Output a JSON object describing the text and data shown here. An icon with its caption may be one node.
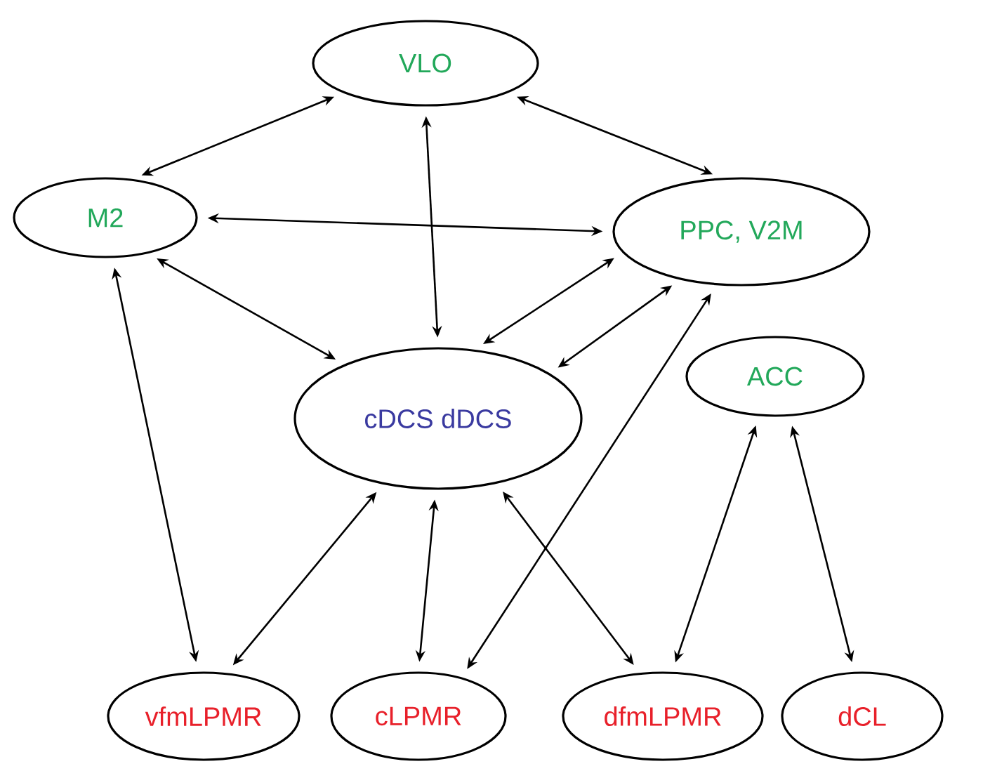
{
  "diagram": {
    "nodes": [
      {
        "text": [
          "VLO"
        ]
      },
      {
        "text": [
          "M2"
        ]
      },
      {
        "text": [
          "PPC, V2M"
        ]
      },
      {
        "text": [
          "ACC"
        ]
      },
      {
        "text": [
          "cDCS  dDCS"
        ]
      },
      {
        "text": [
          "vfmLPMR"
        ]
      },
      {
        "text": [
          "cLPMR"
        ]
      },
      {
        "text": [
          "dfmLPMR"
        ]
      },
      {
        "text": [
          "dCL"
        ]
      }
    ],
    "edges": [
      {
        "from": 0,
        "to": 1,
        "arrow": "both"
      },
      {
        "from": 0,
        "to": 2,
        "arrow": "both"
      },
      {
        "from": 1,
        "to": 2,
        "arrow": "both"
      },
      {
        "from": 0,
        "to": 4,
        "arrow": "both"
      },
      {
        "from": 1,
        "to": 4,
        "arrow": "both"
      },
      {
        "from": 2,
        "to": 4,
        "arrow": "both"
      },
      {
        "from": 2,
        "to": 4,
        "arrow": "both"
      },
      {
        "from": 1,
        "to": 5,
        "arrow": "both"
      },
      {
        "from": 4,
        "to": 5,
        "arrow": "both"
      },
      {
        "from": 4,
        "to": 6,
        "arrow": "both"
      },
      {
        "from": 4,
        "to": 7,
        "arrow": "both"
      },
      {
        "from": 2,
        "to": 6,
        "arrow": "both"
      },
      {
        "from": 3,
        "to": 7,
        "arrow": "both"
      },
      {
        "from": 3,
        "to": 8,
        "arrow": "both"
      }
    ]
  }
}
